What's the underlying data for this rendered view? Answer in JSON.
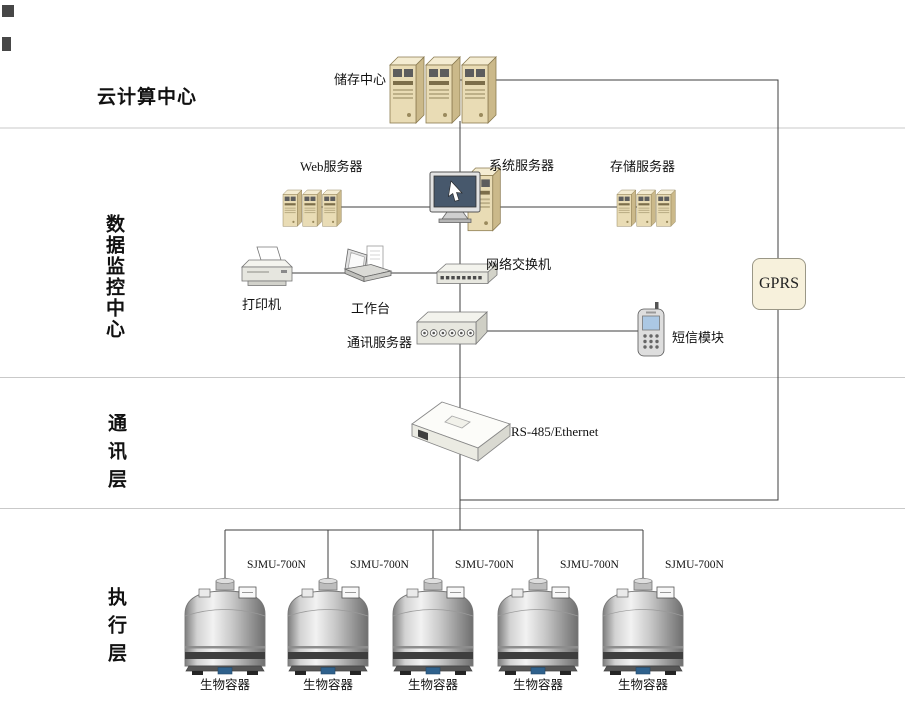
{
  "layers": {
    "cloud_label": "云计算中心",
    "data_center_label": "数据监控中心",
    "comm_label": "通讯层",
    "exec_label": "执行层"
  },
  "nodes": {
    "storage_center": "储存中心",
    "web_server": "Web服务器",
    "system_server": "系统服务器",
    "storage_server": "存储服务器",
    "network_switch": "网络交换机",
    "printer": "打印机",
    "workbench": "工作台",
    "comm_server": "通讯服务器",
    "sms_module": "短信模块",
    "gprs": "GPRS",
    "rs485": "RS-485/Ethernet"
  },
  "tanks": [
    {
      "model": "SJMU-700N",
      "label": "生物容器"
    },
    {
      "model": "SJMU-700N",
      "label": "生物容器"
    },
    {
      "model": "SJMU-700N",
      "label": "生物容器"
    },
    {
      "model": "SJMU-700N",
      "label": "生物容器"
    },
    {
      "model": "SJMU-700N",
      "label": "生物容器"
    }
  ],
  "colors": {
    "line": "#3f3f3f",
    "divider": "#c9c9c9",
    "server_beige": "#e9dcb5",
    "gprs_bg": "#f7f1dc",
    "tank_steel": "#c6c6c6"
  }
}
